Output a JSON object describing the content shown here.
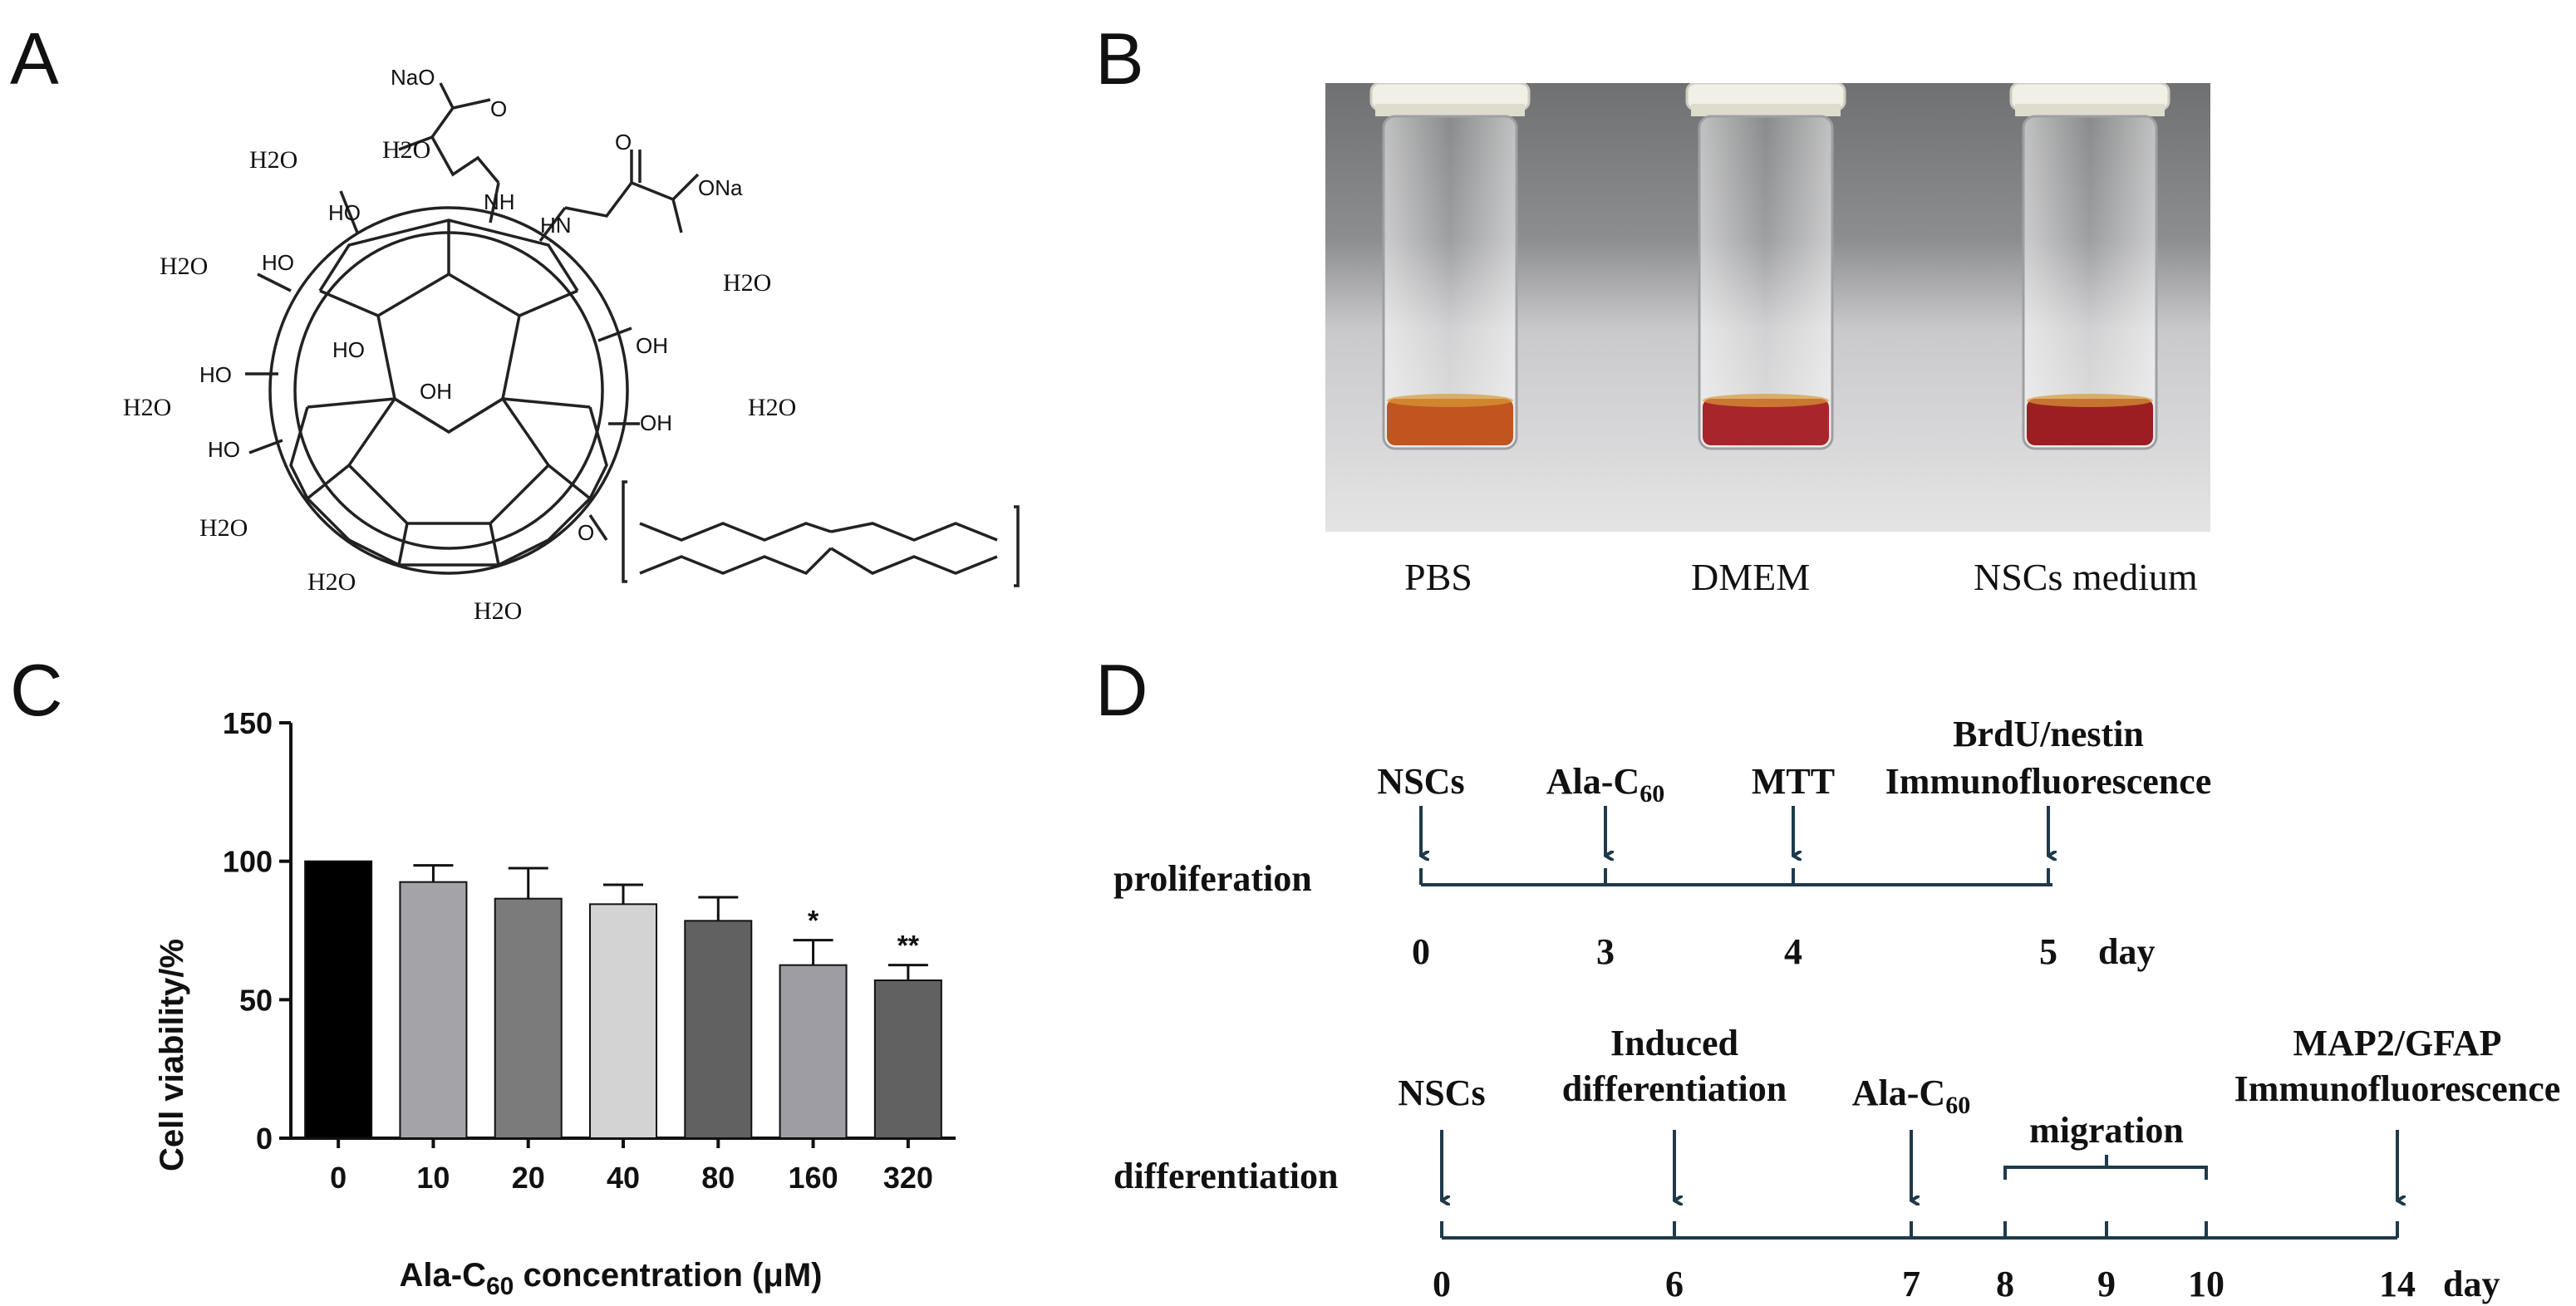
{
  "panels": {
    "a": {
      "label": "A"
    },
    "b": {
      "label": "B"
    },
    "c": {
      "label": "C"
    },
    "d": {
      "label": "D"
    }
  },
  "structure": {
    "waters": [
      "H2O",
      "H2O",
      "H2O",
      "H2O",
      "H2O",
      "H2O",
      "H2O",
      "H2O",
      "H2O"
    ],
    "groups": {
      "nao": "NaO",
      "ona": "ONa",
      "nh1": "NH",
      "nh2": "HN",
      "o": "O",
      "ho": "HO",
      "oh": "OH"
    }
  },
  "photo": {
    "vials": [
      "PBS",
      "DMEM",
      "NSCs medium"
    ],
    "liquid_colors": [
      "#c0551f",
      "#a8262b",
      "#9c1e23"
    ]
  },
  "chart_data": {
    "type": "bar",
    "categories": [
      "0",
      "10",
      "20",
      "40",
      "80",
      "160",
      "320"
    ],
    "values": [
      100,
      92.5,
      86.5,
      84.5,
      78.5,
      62.5,
      57
    ],
    "errors": [
      0,
      6,
      11,
      7,
      8.5,
      9,
      5.5
    ],
    "significance": [
      "",
      "",
      "",
      "",
      "",
      "*",
      "**"
    ],
    "bar_colors": [
      "#000000",
      "#a3a3a8",
      "#7b7b7b",
      "#d3d3d3",
      "#616161",
      "#9d9da3",
      "#616161"
    ],
    "xlabel": "Ala-C60 concentration (μM)",
    "ylabel": "Cell viability/%",
    "ylim": [
      0,
      150
    ],
    "yticks": [
      0,
      50,
      100,
      150
    ]
  },
  "timelines": {
    "proliferation": {
      "label": "proliferation",
      "events": [
        {
          "day": "0",
          "text": "NSCs"
        },
        {
          "day": "3",
          "text": "Ala-C60"
        },
        {
          "day": "4",
          "text": "MTT"
        },
        {
          "day": "5",
          "text_line1": "BrdU/nestin",
          "text_line2": "Immunofluorescence"
        }
      ],
      "unit": "day"
    },
    "differentiation": {
      "label": "differentiation",
      "events": [
        {
          "day": "0",
          "text": "NSCs"
        },
        {
          "day": "6",
          "text_line1": "Induced",
          "text_line2": "differentiation"
        },
        {
          "day": "7",
          "text": "Ala-C60"
        },
        {
          "day": "14",
          "text_line1": "MAP2/GFAP",
          "text_line2": "Immunofluorescence"
        }
      ],
      "extra_ticks": [
        "8",
        "9",
        "10"
      ],
      "bracket_label": "migration",
      "unit": "day"
    }
  }
}
